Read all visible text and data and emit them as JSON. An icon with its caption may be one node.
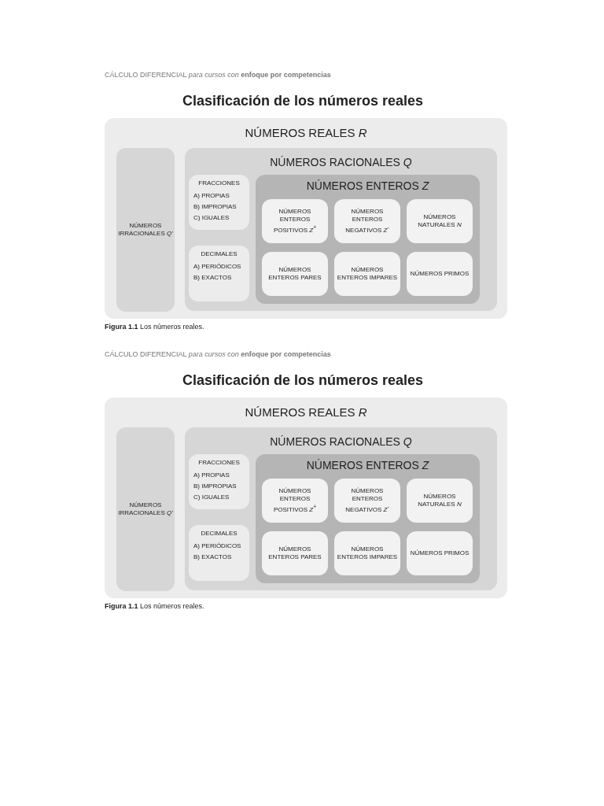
{
  "diagram": {
    "nodes": [
      {
        "text": [
          "NÚMEROS REALES *R*"
        ]
      },
      {
        "text": [
          "NÚMEROS IRRACIONALES *Q'*"
        ],
        "in": 0
      },
      {
        "text": [
          "NÚMEROS RACIONALES *Q*"
        ],
        "in": 0
      },
      {
        "text": [
          "FRACCIONES",
          "A) PROPIAS",
          "B) IMPROPIAS",
          "C) IGUALES"
        ],
        "in": 2
      },
      {
        "text": [
          "DECIMALES",
          "A) PERIÓDICOS",
          "B) EXACTOS"
        ],
        "in": 2
      },
      {
        "text": [
          "NÚMEROS ENTEROS *Z*"
        ],
        "in": 2
      },
      {
        "text": [
          "NÚMEROS ENTEROS POSITIVOS *Z*$^{+}$"
        ],
        "in": 5
      },
      {
        "text": [
          "NÚMEROS ENTEROS NEGATIVOS *Z*$^{-}$"
        ],
        "in": 5
      },
      {
        "text": [
          "NÚMEROS NATURALES *N*"
        ],
        "in": 5
      },
      {
        "text": [
          "NÚMEROS ENTEROS PARES"
        ],
        "in": 5
      },
      {
        "text": [
          "NÚMEROS ENTEROS IMPARES"
        ],
        "in": 5
      },
      {
        "text": [
          "NÚMEROS PRIMOS"
        ],
        "in": 5
      },
      {
        "text": [
          "NÚMEROS REALES *R*"
        ]
      },
      {
        "text": [
          "NÚMEROS IRRACIONALES *Q'*"
        ],
        "in": 12
      },
      {
        "text": [
          "NÚMEROS RACIONALES *Q*"
        ],
        "in": 12
      },
      {
        "text": [
          "FRACCIONES",
          "A) PROPIAS",
          "B) IMPROPIAS",
          "C) IGUALES"
        ],
        "in": 14
      },
      {
        "text": [
          "DECIMALES",
          "A) PERIÓDICOS",
          "B) EXACTOS"
        ],
        "in": 14
      },
      {
        "text": [
          "NÚMEROS ENTEROS *Z*"
        ],
        "in": 14
      },
      {
        "text": [
          "NÚMEROS ENTEROS POSITIVOS *Z*$^{+}$"
        ],
        "in": 17
      },
      {
        "text": [
          "NÚMEROS ENTEROS NEGATIVOS *Z*$^{-}$"
        ],
        "in": 17
      },
      {
        "text": [
          "NÚMEROS NATURALES *N*"
        ],
        "in": 17
      },
      {
        "text": [
          "NÚMEROS ENTEROS PARES"
        ],
        "in": 17
      },
      {
        "text": [
          "NÚMEROS ENTEROS IMPARES"
        ],
        "in": 17
      },
      {
        "text": [
          "NÚMEROS PRIMOS"
        ],
        "in": 17
      }
    ],
    "labels": [
      "CÁLCULO DIFERENCIAL *para cursos con* **enfoque por competencias**",
      "Clasificación de los números reales",
      "**Figura 1.1** Los números reales.",
      "CÁLCULO DIFERENCIAL *para cursos con* **enfoque por competencias**",
      "Clasificación de los números reales",
      "**Figura 1.1** Los números reales."
    ]
  }
}
